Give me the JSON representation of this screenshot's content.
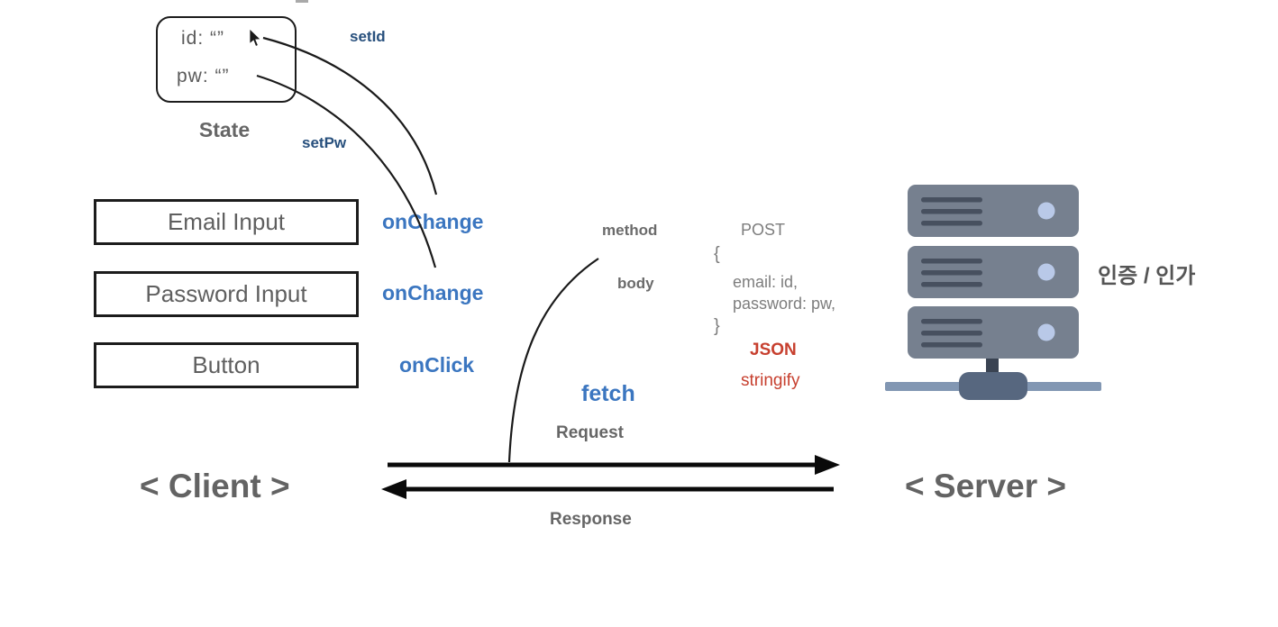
{
  "colors": {
    "accent_blue": "#3b76c0",
    "navy_blue": "#28507d",
    "red": "#c7402f",
    "server_body": "#76808f",
    "server_line": "#47505f",
    "server_led": "#b9c9e8",
    "server_bar": "#8297b3",
    "server_hub": "#57677f",
    "server_stem": "#3a4352"
  },
  "state_box": {
    "id_line": "id:  “”",
    "pw_line": "pw:  “”",
    "label": "State"
  },
  "handlers": {
    "set_id": "setId",
    "set_pw": "setPw",
    "on_change_email": "onChange",
    "on_change_password": "onChange",
    "on_click": "onClick",
    "fetch": "fetch"
  },
  "ui_boxes": [
    {
      "label": "Email Input"
    },
    {
      "label": "Password Input"
    },
    {
      "label": "Button"
    }
  ],
  "request_payload": {
    "method_key": "method",
    "method_value": "POST",
    "body_key": "body",
    "brace_open": "{",
    "body_line1": "email: id,",
    "body_line2": "password: pw,",
    "brace_close": "}",
    "json_label": "JSON",
    "stringify_label": "stringify"
  },
  "flow": {
    "request_label": "Request",
    "response_label": "Response"
  },
  "client_label": "< Client >",
  "server_label": "< Server >",
  "server_caption": "인증 / 인가"
}
